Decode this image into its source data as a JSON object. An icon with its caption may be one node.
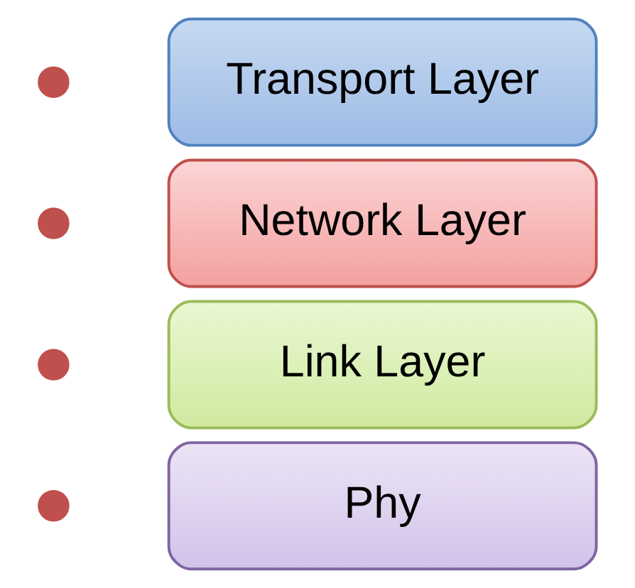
{
  "diagram": {
    "nodes": [
      {
        "text": [],
        "shape": "circle"
      },
      {
        "text": [
          "Transport Layer"
        ]
      },
      {
        "text": [],
        "shape": "circle"
      },
      {
        "text": [
          "Network Layer"
        ]
      },
      {
        "text": [],
        "shape": "circle"
      },
      {
        "text": [
          "Link Layer"
        ]
      },
      {
        "text": [],
        "shape": "circle"
      },
      {
        "text": [
          "Phy"
        ]
      }
    ]
  }
}
